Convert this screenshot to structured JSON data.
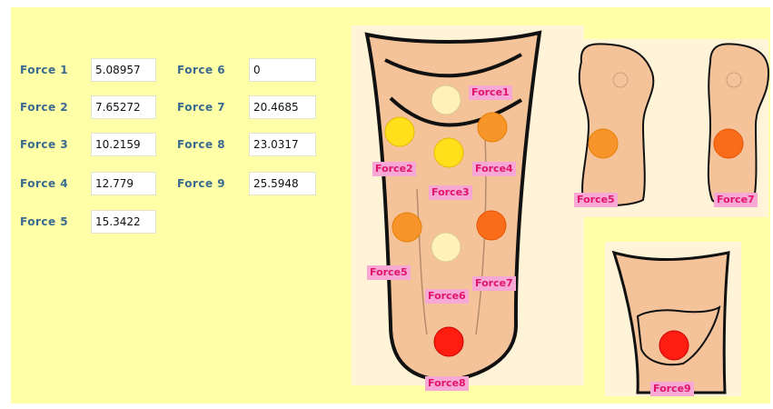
{
  "forces_left": [
    {
      "label": "Force 1",
      "value": "5.08957"
    },
    {
      "label": "Force 2",
      "value": "7.65272"
    },
    {
      "label": "Force 3",
      "value": "10.2159"
    },
    {
      "label": "Force 4",
      "value": "12.779"
    },
    {
      "label": "Force 5",
      "value": "15.3422"
    }
  ],
  "forces_right": [
    {
      "label": "Force 6",
      "value": "0"
    },
    {
      "label": "Force 7",
      "value": "20.4685"
    },
    {
      "label": "Force 8",
      "value": "23.0317"
    },
    {
      "label": "Force 9",
      "value": "25.5948"
    }
  ],
  "diagram_tags": {
    "main": [
      "Force1",
      "Force2",
      "Force3",
      "Force4",
      "Force5",
      "Force6",
      "Force7",
      "Force8"
    ],
    "side_left": "Force5",
    "side_right": "Force7",
    "bottom": "Force9"
  },
  "colors": {
    "background": "#ffffa8",
    "label_text": "#3a6b8f",
    "tag_bg": "#f7a8d4",
    "tag_text": "#e0146c",
    "skin": "#f5c39a",
    "sensor_force1": "#fff1b8",
    "sensor_force2": "#ffe01a",
    "sensor_force3": "#ffe01a",
    "sensor_force4": "#f8952a",
    "sensor_force5": "#f8952a",
    "sensor_force6": "#fff1b8",
    "sensor_force7": "#f86c1a",
    "sensor_force8": "#ff1c10",
    "sensor_force9": "#ff1c10"
  }
}
